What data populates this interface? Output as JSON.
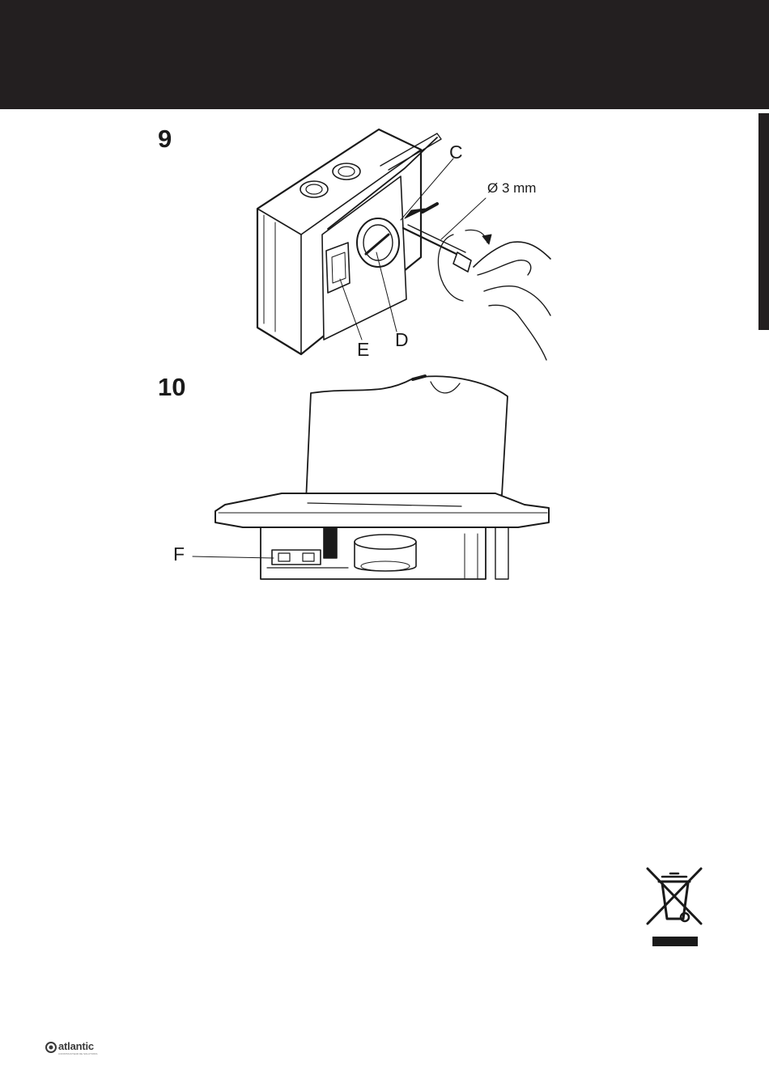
{
  "steps": {
    "step_9": {
      "number": "9",
      "labels": {
        "c": "C",
        "d": "D",
        "e": "E",
        "diameter": "Ø 3 mm"
      }
    },
    "step_10": {
      "number": "10",
      "labels": {
        "f": "F"
      }
    }
  },
  "footer": {
    "brand": "atlantic",
    "tagline": "CONSTRUCTEUR DE SOLUTIONS"
  },
  "colors": {
    "dark_band": "#231f20",
    "line_art": "#1a1a1a"
  },
  "icons": {
    "disposal": "crossed-out-wheelie-bin-icon",
    "brand_mark": "atlantic-logo-icon"
  }
}
